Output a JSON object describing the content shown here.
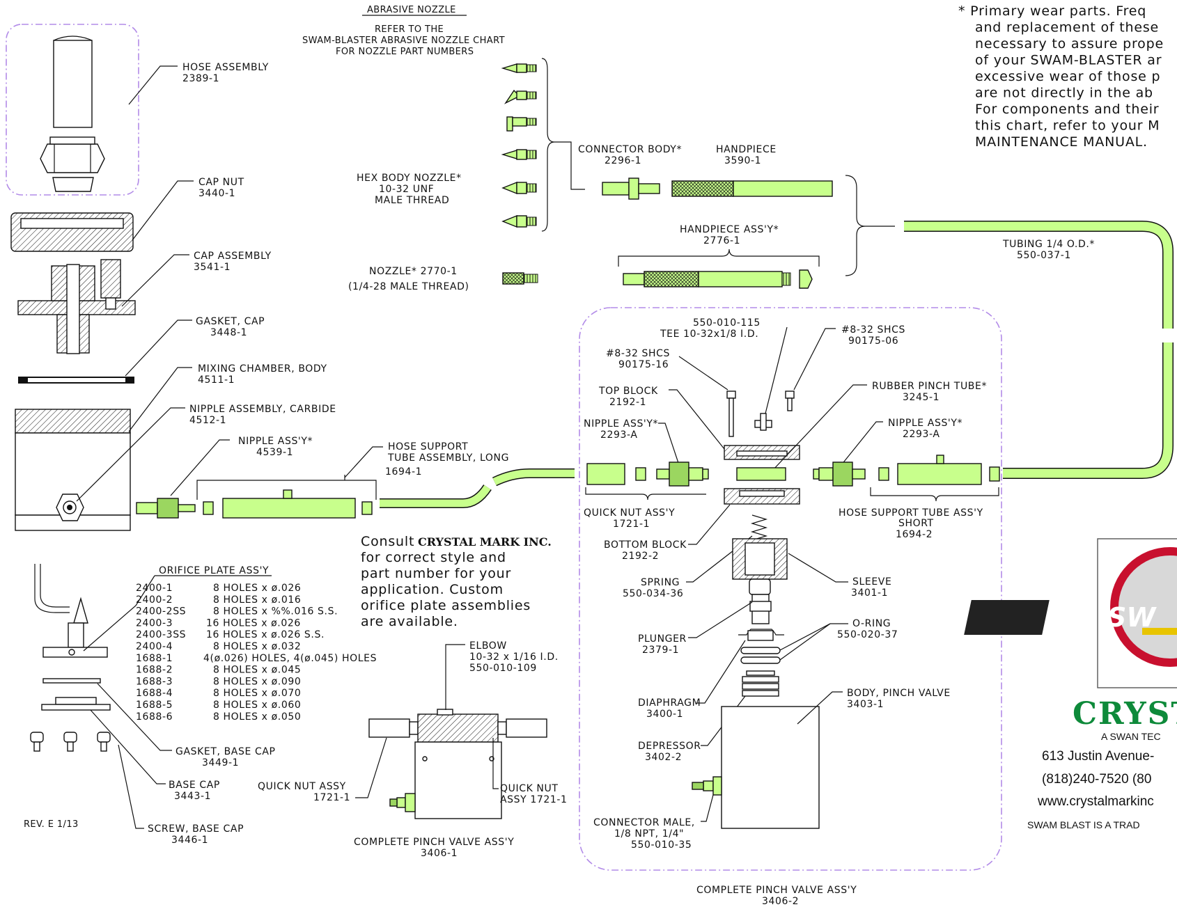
{
  "colors": {
    "part_fill": "#c8ff8c",
    "outline": "#111111",
    "boundary": "#b28be8",
    "logo_green": "#0e8a3a",
    "logo_red": "#c8102e"
  },
  "notes": {
    "abrasive_heading": "ABRASIVE NOZZLE",
    "abrasive_lines": [
      "REFER TO THE",
      "SWAM-BLASTER ABRASIVE NOZZLE CHART",
      "FOR NOZZLE PART NUMBERS"
    ],
    "primary_wear": [
      "* Primary wear parts.  Freq",
      "and replacement of these",
      "necessary to assure prope",
      "of your SWAM-BLASTER ar",
      "excessive wear of those p",
      "are not directly in the ab",
      "For components and their",
      "this chart, refer to your M",
      "MAINTENANCE MANUAL."
    ],
    "consult": [
      "Consult",
      "CRYSTAL MARK INC.",
      "for correct style and",
      "part number for your",
      "application.  Custom",
      "orifice plate assemblies",
      "are available."
    ],
    "rev": "REV. E  1/13"
  },
  "labels": {
    "hose_assembly": [
      "HOSE ASSEMBLY",
      "2389-1"
    ],
    "cap_nut": [
      "CAP NUT",
      "3440-1"
    ],
    "cap_assembly": [
      "CAP ASSEMBLY",
      "3541-1"
    ],
    "gasket_cap": [
      "GASKET, CAP",
      "3448-1"
    ],
    "mixing_chamber": [
      "MIXING CHAMBER, BODY",
      "4511-1"
    ],
    "nipple_carbide": [
      "NIPPLE ASSEMBLY, CARBIDE",
      "4512-1"
    ],
    "nipple_4539": [
      "NIPPLE ASS'Y*",
      "4539-1"
    ],
    "hose_support_long": [
      "HOSE SUPPORT",
      "TUBE ASSEMBLY, LONG",
      "1694-1"
    ],
    "hex_body_nozzle": [
      "HEX BODY NOZZLE*",
      "10-32 UNF",
      "MALE THREAD"
    ],
    "nozzle_2770": [
      "NOZZLE* 2770-1",
      "(1/4-28 MALE THREAD)"
    ],
    "connector_body": [
      "CONNECTOR BODY*",
      "2296-1"
    ],
    "handpiece": [
      "HANDPIECE",
      "3590-1"
    ],
    "handpiece_assy": [
      "HANDPIECE ASS'Y*",
      "2776-1"
    ],
    "tubing": [
      "TUBING 1/4 O.D.*",
      "550-037-1"
    ],
    "tee": [
      "550-010-115",
      "TEE 10-32x1/8 I.D."
    ],
    "shcs_16": [
      "#8-32 SHCS",
      "90175-16"
    ],
    "shcs_06": [
      "#8-32 SHCS",
      "90175-06"
    ],
    "top_block": [
      "TOP BLOCK",
      "2192-1"
    ],
    "rubber_pinch": [
      "RUBBER PINCH TUBE*",
      "3245-1"
    ],
    "nipple_2293_left": [
      "NIPPLE ASS'Y*",
      "2293-A"
    ],
    "nipple_2293_right": [
      "NIPPLE ASS'Y*",
      "2293-A"
    ],
    "quick_nut_assy": [
      "QUICK NUT ASS'Y",
      "1721-1"
    ],
    "hose_support_short": [
      "HOSE SUPPORT TUBE ASS'Y",
      "SHORT",
      "1694-2"
    ],
    "bottom_block": [
      "BOTTOM BLOCK",
      "2192-2"
    ],
    "spring": [
      "SPRING",
      "550-034-36"
    ],
    "sleeve": [
      "SLEEVE",
      "3401-1"
    ],
    "plunger": [
      "PLUNGER",
      "2379-1"
    ],
    "o_ring": [
      "O-RING",
      "550-020-37"
    ],
    "diaphragm": [
      "DIAPHRAGM",
      "3400-1"
    ],
    "body_pinch": [
      "BODY, PINCH VALVE",
      "3403-1"
    ],
    "depressor": [
      "DEPRESSOR",
      "3402-2"
    ],
    "connector_male": [
      "CONNECTOR MALE,",
      "1/8 NPT, 1/4\"",
      "550-010-35"
    ],
    "complete_3406_2": [
      "COMPLETE PINCH VALVE ASS'Y",
      "3406-2"
    ],
    "complete_3406_1": [
      "COMPLETE PINCH VALVE ASS'Y",
      "3406-1"
    ],
    "elbow": [
      "ELBOW",
      "10-32 x 1/16 I.D.",
      "550-010-109"
    ],
    "quick_nut_left": [
      "QUICK NUT ASSY",
      "1721-1"
    ],
    "quick_nut_right": [
      "QUICK NUT",
      "ASSY 1721-1"
    ],
    "gasket_base": [
      "GASKET, BASE CAP",
      "3449-1"
    ],
    "base_cap": [
      "BASE CAP",
      "3443-1"
    ],
    "screw_base": [
      "SCREW, BASE CAP",
      "3446-1"
    ]
  },
  "orifice": {
    "title": "ORIFICE PLATE ASS'Y",
    "rows": [
      {
        "part": "2400-1",
        "desc": "8 HOLES x ø.026"
      },
      {
        "part": "2400-2",
        "desc": "8 HOLES x ø.016"
      },
      {
        "part": "2400-2SS",
        "desc": "8 HOLES x %%.016 S.S."
      },
      {
        "part": "2400-3",
        "desc": "16 HOLES x ø.026"
      },
      {
        "part": "2400-3SS",
        "desc": "16 HOLES x ø.026 S.S."
      },
      {
        "part": "2400-4",
        "desc": "8 HOLES x ø.032"
      },
      {
        "part": "1688-1",
        "desc": "4(ø.026) HOLES, 4(ø.045) HOLES"
      },
      {
        "part": "1688-2",
        "desc": "8 HOLES x ø.045"
      },
      {
        "part": "1688-3",
        "desc": "8 HOLES x ø.090"
      },
      {
        "part": "1688-4",
        "desc": "8 HOLES x ø.070"
      },
      {
        "part": "1688-5",
        "desc": "8 HOLES x ø.060"
      },
      {
        "part": "1688-6",
        "desc": "8 HOLES x ø.050"
      }
    ]
  },
  "company": {
    "logo_badge": "SW",
    "logo_word": "CRYST",
    "tagline": "A SWAN TEC",
    "address": "613 Justin Avenue-",
    "phone": "(818)240-7520  (80",
    "web": "www.crystalmarkinc",
    "trademark": "SWAM BLAST IS A TRAD"
  }
}
